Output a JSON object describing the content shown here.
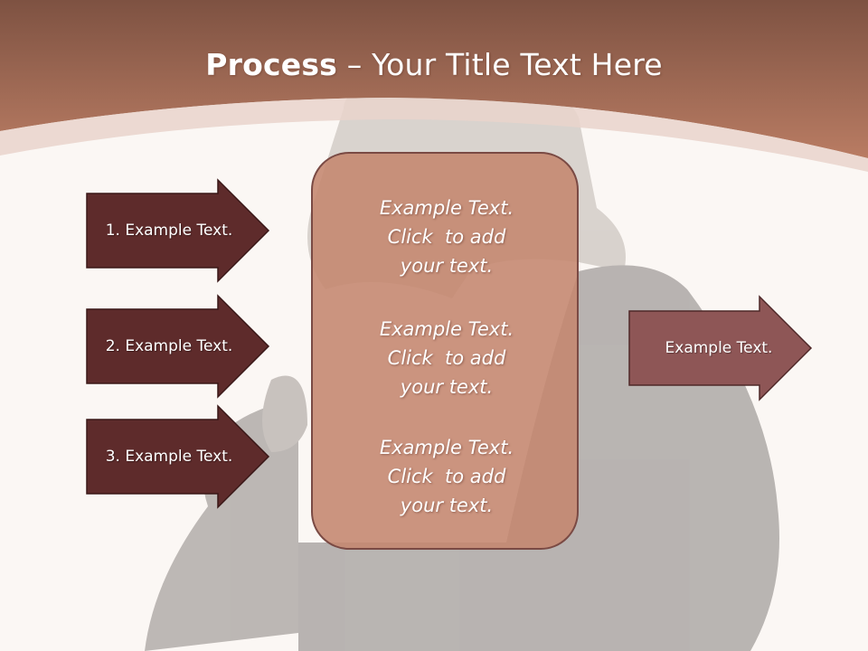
{
  "slide": {
    "title_bold": "Process",
    "title_rest": " – Your Title Text Here",
    "left_arrows": [
      {
        "label": "1. Example Text."
      },
      {
        "label": "2. Example Text."
      },
      {
        "label": "3. Example Text."
      }
    ],
    "center_blocks": [
      {
        "line1": "Example Text.",
        "line2": "Click  to add",
        "line3": "your text."
      },
      {
        "line1": "Example Text.",
        "line2": "Click  to add",
        "line3": "your text."
      },
      {
        "line1": "Example Text.",
        "line2": "Click  to add",
        "line3": "your text."
      }
    ],
    "right_arrow": {
      "label": "Example Text."
    }
  },
  "colors": {
    "header": "#a86b55",
    "left_arrow_fill": "#5e2b2b",
    "right_arrow_fill": "#8e5656",
    "center_box_fill": "#c4866e",
    "background": "#fbf7f4"
  }
}
